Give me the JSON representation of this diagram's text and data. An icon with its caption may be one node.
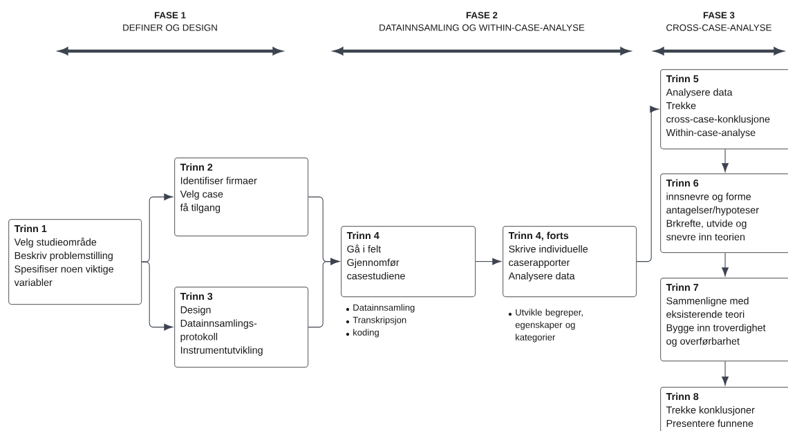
{
  "diagram": {
    "nodes": [
      {
        "text": [
          "Trinn 1",
          "Velg studieområde",
          "Beskriv problemstilling",
          "Spesifiser noen viktige variabler"
        ]
      },
      {
        "text": [
          "Trinn 2",
          "Identifiser firmaer",
          "Velg case",
          "få tilgang"
        ]
      },
      {
        "text": [
          "Trinn 3",
          "Design",
          "Datainnsamlings-protokoll",
          "Instrumentutvikling"
        ]
      },
      {
        "text": [
          "Trinn 4",
          "Gå i felt",
          "Gjennomfør casestudiene"
        ],
        "beside": [
          "Datainnsamling",
          "Transkripsjon",
          "koding"
        ]
      },
      {
        "text": [
          "Trinn 4, forts",
          "Skrive individuelle caserapporter",
          "Analysere data"
        ],
        "beside": [
          "Utvikle begreper, egenskaper og kategorier"
        ]
      },
      {
        "text": [
          "Trinn 5",
          "Analysere data",
          "Trekke cross-case-konklusjone",
          "Within-case-analyse"
        ]
      },
      {
        "text": [
          "Trinn 6",
          "innsnevre og forme antagelser/hypoteser",
          "Brkrefte, utvide og snevre inn teorien"
        ]
      },
      {
        "text": [
          "Trinn 7",
          "Sammenligne med eksisterende teori",
          "Bygge inn troverdighet og overførbarhet"
        ]
      },
      {
        "text": [
          "Trinn 8",
          "Trekke konklusjoner",
          "Presentere funnene"
        ]
      }
    ],
    "edges": [
      {
        "from": 0,
        "to": 1,
        "arrow": "to"
      },
      {
        "from": 0,
        "to": 2,
        "arrow": "to"
      },
      {
        "from": 1,
        "to": 3,
        "arrow": "to"
      },
      {
        "from": 2,
        "to": 3,
        "arrow": "to"
      },
      {
        "from": 3,
        "to": 4,
        "arrow": "to"
      },
      {
        "from": 4,
        "to": 5,
        "arrow": "to"
      },
      {
        "from": 5,
        "to": 6,
        "arrow": "to"
      },
      {
        "from": 6,
        "to": 7,
        "arrow": "to"
      },
      {
        "from": 7,
        "to": 8,
        "arrow": "to"
      }
    ],
    "labels": [
      "FASE 1",
      "DEFINER OG DESIGN",
      "FASE 2",
      "DATAINNSAMLING OG WITHIN-CASE-ANALYSE",
      "FASE 3",
      "CROSS-CASE-ANALYSE"
    ]
  }
}
